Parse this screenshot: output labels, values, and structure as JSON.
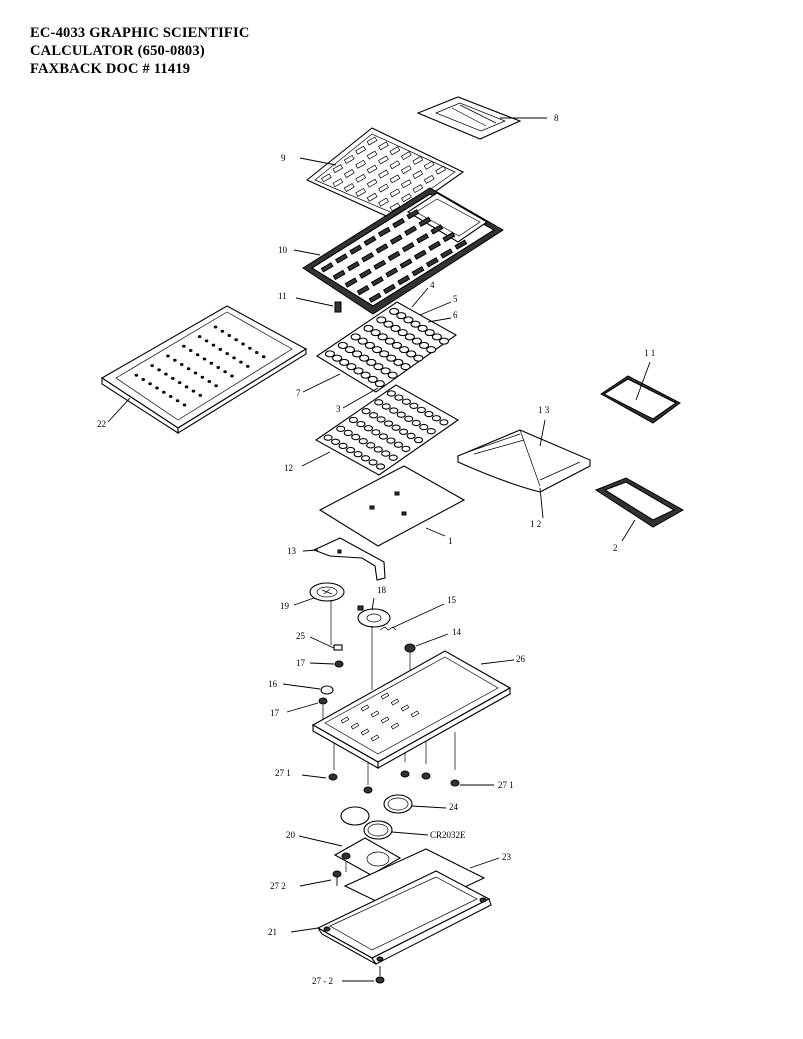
{
  "header": {
    "line1": "EC-4033 GRAPHIC SCIENTIFIC",
    "line2": "CALCULATOR  (650-0803)",
    "line3": "FAXBACK DOC # 11419"
  },
  "callouts": {
    "c8": "8",
    "c9": "9",
    "c10": "10",
    "c11a": "11",
    "c4": "4",
    "c5": "5",
    "c6": "6",
    "c7": "7",
    "c3": "3",
    "c22": "22",
    "c11b": "1 1",
    "c13a": "1 3",
    "c12a": "1 2",
    "c12": "12",
    "c1": "1",
    "c2": "2",
    "c13": "13",
    "c19": "19",
    "c18": "18",
    "c15": "15",
    "c14": "14",
    "c25": "25",
    "c17a": "17",
    "c26": "26",
    "c16": "16",
    "c17b": "17",
    "c27a": "27  1",
    "c27b": "27  1",
    "c24": "24",
    "cbat": "CR2032E",
    "c20": "20",
    "c23": "23",
    "c27c": "27  2",
    "c21": "21",
    "c27d": "27 - 2"
  }
}
